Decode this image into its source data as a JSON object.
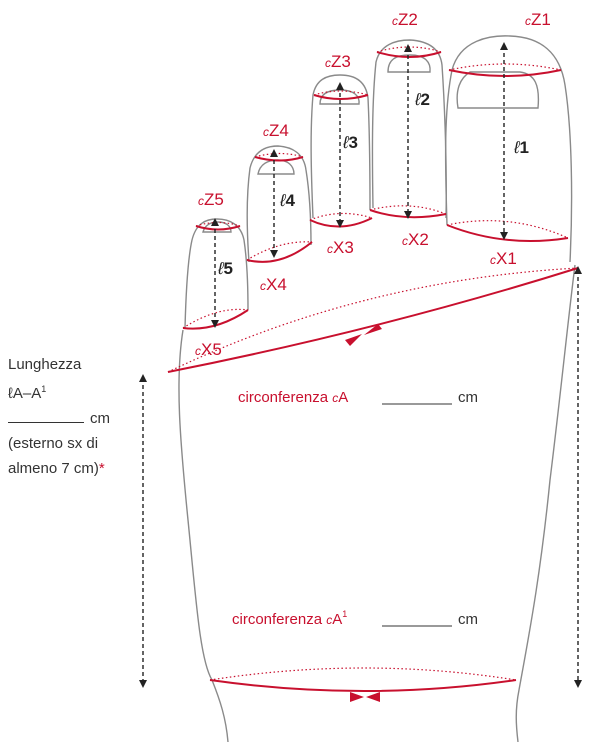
{
  "colors": {
    "accent": "#c8102e",
    "outline": "#8a8a8a",
    "text": "#333333"
  },
  "toes": {
    "cZ": [
      {
        "prefix": "c",
        "label": "Z1"
      },
      {
        "prefix": "c",
        "label": "Z2"
      },
      {
        "prefix": "c",
        "label": "Z3"
      },
      {
        "prefix": "c",
        "label": "Z4"
      },
      {
        "prefix": "c",
        "label": "Z5"
      }
    ],
    "cX": [
      {
        "prefix": "c",
        "label": "X1"
      },
      {
        "prefix": "c",
        "label": "X2"
      },
      {
        "prefix": "c",
        "label": "X3"
      },
      {
        "prefix": "c",
        "label": "X4"
      },
      {
        "prefix": "c",
        "label": "X5"
      }
    ],
    "lengths": [
      {
        "prefix": "ℓ",
        "label": "1"
      },
      {
        "prefix": "ℓ",
        "label": "2"
      },
      {
        "prefix": "ℓ",
        "label": "3"
      },
      {
        "prefix": "ℓ",
        "label": "4"
      },
      {
        "prefix": "ℓ",
        "label": "5"
      }
    ]
  },
  "circ_a": {
    "label": "circonferenza ",
    "prefix": "c",
    "point": "A",
    "unit": "cm"
  },
  "circ_a1": {
    "label": "circonferenza ",
    "prefix": "c",
    "point": "A",
    "sup": "1",
    "unit": "cm"
  },
  "side_note": {
    "title": "Lunghezza",
    "measure": "ℓA–A",
    "measure_sup": "1",
    "unit": "cm",
    "note_line1": "(esterno sx di",
    "note_line2": "almeno 7 cm)",
    "asterisk": "*"
  }
}
